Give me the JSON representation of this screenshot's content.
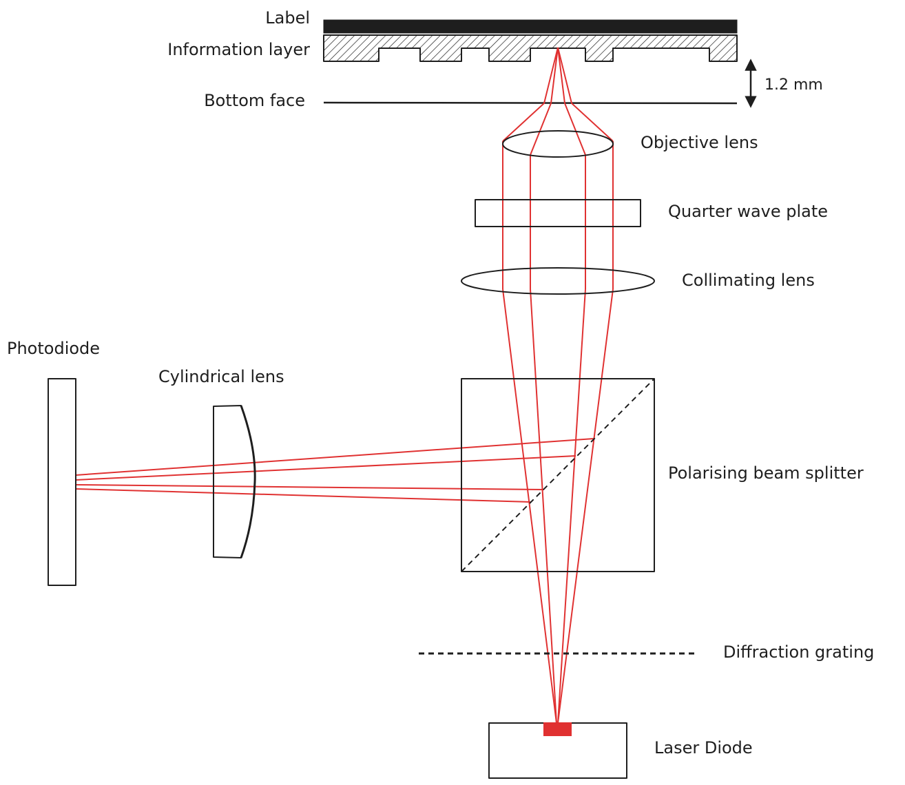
{
  "labels": {
    "label": "Label",
    "information_layer": "Information layer",
    "bottom_face": "Bottom face",
    "thickness": "1.2 mm",
    "objective_lens": "Objective lens",
    "quarter_wave_plate": "Quarter wave plate",
    "collimating_lens": "Collimating lens",
    "photodiode": "Photodiode",
    "cylindrical_lens": "Cylindrical lens",
    "polarising_beam_splitter": "Polarising beam splitter",
    "diffraction_grating": "Diffraction grating",
    "laser_diode": "Laser Diode"
  },
  "colors": {
    "beam": "#e03131",
    "stroke": "#1e1e1e",
    "label_layer": "#1e1e1e",
    "hatch": "#1e1e1e",
    "background": "#ffffff"
  }
}
